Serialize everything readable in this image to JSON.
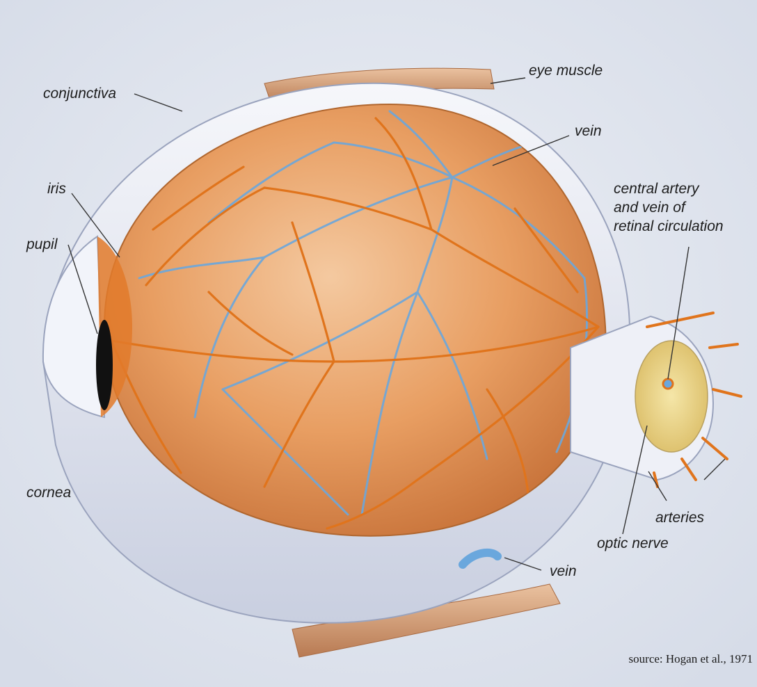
{
  "labels": {
    "conjunctiva": "conjunctiva",
    "eye_muscle": "eye muscle",
    "vein_top": "vein",
    "iris": "iris",
    "pupil": "pupil",
    "central_artery": [
      "central artery",
      "and vein of",
      "retinal circulation"
    ],
    "cornea": "cornea",
    "arteries": "arteries",
    "optic_nerve": "optic nerve",
    "vein_bottom": "vein"
  },
  "source": "source: Hogan et al., 1971",
  "colors": {
    "background": "#dde3ee",
    "sclera": "#eef0f7",
    "choroid": "#e9a064",
    "artery": "#e0741c",
    "vein": "#6aa7dd",
    "muscle": "#d8a47c",
    "optic_nerve": "#f0d58a"
  }
}
